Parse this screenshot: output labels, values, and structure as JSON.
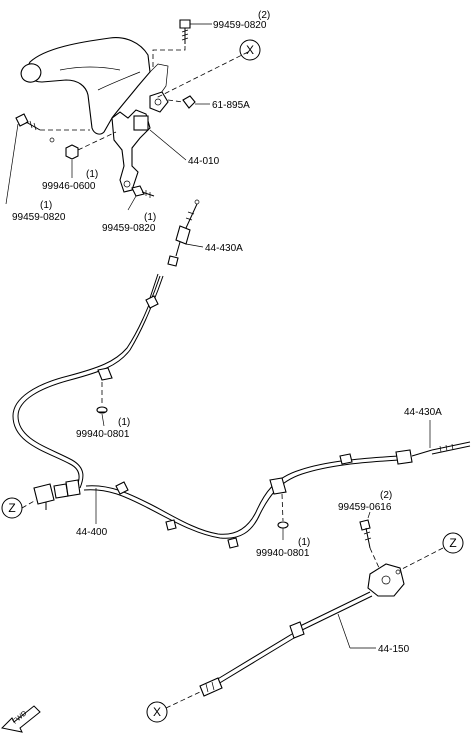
{
  "callouts": {
    "bolt_top": {
      "number": "99459-0820",
      "qty": "(2)"
    },
    "clip": {
      "number": "61-895A"
    },
    "lever_assy": {
      "number": "44-010"
    },
    "nut": {
      "number": "99946-0600",
      "qty": "(1)"
    },
    "bolt_left": {
      "number": "99459-0820",
      "qty": "(1)"
    },
    "bolt_mid": {
      "number": "99459-0820",
      "qty": "(1)"
    },
    "front_cable_end": {
      "number": "44-430A"
    },
    "grommet_left": {
      "number": "99940-0801",
      "qty": "(1)"
    },
    "rear_cable_end": {
      "number": "44-430A"
    },
    "bolt_equalizer": {
      "number": "99459-0616",
      "qty": "(2)"
    },
    "grommet_right": {
      "number": "99940-0801",
      "qty": "(1)"
    },
    "rear_cable": {
      "number": "44-400"
    },
    "front_cable": {
      "number": "44-150"
    }
  },
  "markers": {
    "x_top": "X",
    "x_bottom": "X",
    "z_left": "Z",
    "z_right": "Z"
  },
  "fwd_label": "FWD"
}
